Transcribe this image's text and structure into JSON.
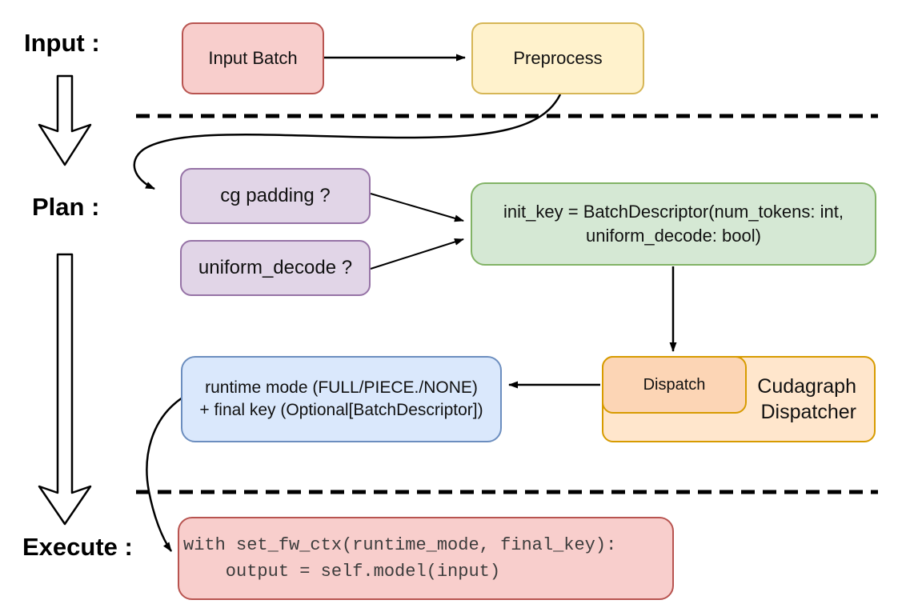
{
  "stage_labels": {
    "input": "Input :",
    "plan": "Plan :",
    "execute": "Execute :"
  },
  "nodes": {
    "input_batch": {
      "label": "Input Batch",
      "fill": "#f8cecc",
      "stroke": "#b85450"
    },
    "preprocess": {
      "label": "Preprocess",
      "fill": "#fff2cc",
      "stroke": "#d6b656"
    },
    "cg_padding": {
      "label": "cg padding ?",
      "fill": "#e1d5e7",
      "stroke": "#9673a6"
    },
    "uniform_decode": {
      "label": "uniform_decode ?",
      "fill": "#e1d5e7",
      "stroke": "#9673a6"
    },
    "init_key": {
      "line1": "init_key = BatchDescriptor(num_tokens: int,",
      "line2": "uniform_decode: bool)",
      "fill": "#d5e8d4",
      "stroke": "#82b366"
    },
    "dispatch": {
      "label": "Dispatch",
      "fill": "#fcd5b5",
      "stroke": "#d79b00"
    },
    "cudagraph_dispatcher": {
      "line1": "Cudagraph",
      "line2": "Dispatcher",
      "fill": "#ffe6cc",
      "stroke": "#d79b00"
    },
    "runtime_mode": {
      "line1": "runtime mode (FULL/PIECE./NONE)",
      "line2": "+ final key (Optional[BatchDescriptor])",
      "fill": "#dae8fc",
      "stroke": "#6c8ebf"
    },
    "execute_code": {
      "line1": "with set_fw_ctx(runtime_mode, final_key):",
      "line2": "    output = self.model(input)",
      "fill": "#f8cecc",
      "stroke": "#b85450"
    }
  },
  "colors": {
    "arrow": "#000000",
    "divider": "#000000"
  }
}
